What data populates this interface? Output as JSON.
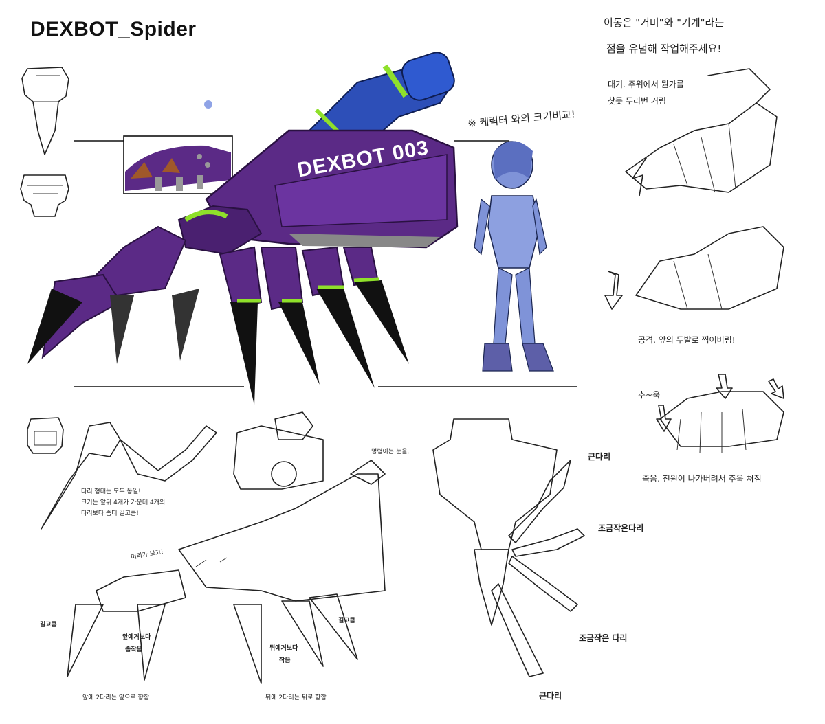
{
  "sheet": {
    "title": "DEXBOT_Spider",
    "robot_label": "DEXBOT 003"
  },
  "notes": {
    "top_right_line1": "이동은 \"거미\"와 \"기계\"라는",
    "top_right_line2": "점을 유념해 작업해주세요!",
    "idle_line1": "대기. 주위에서 뭔가를",
    "idle_line2": "찾듯 두리번 거림",
    "scale_compare": "※ 케릭터 와의 크기비교!",
    "attack": "공격. 앞의 두발로 찍어버림!",
    "death_sound": "추~욱",
    "death": "죽음. 전원이 나가버려서 추욱 처짐",
    "leg_shape_line1": "다리 형태는 모두 동일!",
    "leg_shape_line2": "크기는 앞뒤 4개가 가운데 4개의",
    "leg_shape_line3": "다리보다 좀더 길고큼!",
    "light_note": "명령이는 눈을,",
    "head_note": "머리가 보고!",
    "big_leg_top": "큰다리",
    "small_leg_upper": "조금작은다리",
    "small_leg_lower": "조금작은 다리",
    "big_leg_bottom": "큰다리",
    "long_left": "길고큼",
    "front_smaller_line1": "앞에거보다",
    "front_smaller_line2": "좀작음",
    "back_smaller_line1": "뒤에거보다",
    "back_smaller_line2": "작음",
    "long_right": "길고큼",
    "front_direction": "앞에 2다리는 앞으로 향함",
    "back_direction": "뒤에 2다리는 뒤로 향함"
  },
  "colors": {
    "body_purple": "#5b2a86",
    "body_purple_dark": "#3d1a5e",
    "cannon_blue": "#2d4fb8",
    "accent_green": "#8fe02a",
    "claw_black": "#111111",
    "character_blue": "#7f93d8",
    "label_white": "#ffffff"
  }
}
